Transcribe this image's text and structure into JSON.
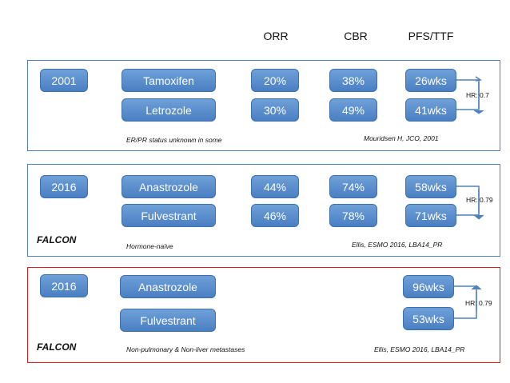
{
  "headers": {
    "orr": "ORR",
    "cbr": "CBR",
    "pfs": "PFS/TTF"
  },
  "panel1": {
    "year": "2001",
    "drugs": [
      "Tamoxifen",
      "Letrozole"
    ],
    "orr": [
      "20%",
      "30%"
    ],
    "cbr": [
      "38%",
      "49%"
    ],
    "pfs": [
      "26wks",
      "41wks"
    ],
    "hr": "HR: 0.7",
    "note": "ER/PR status unknown in some",
    "ref": "Mouridsen H, JCO, 2001"
  },
  "panel2": {
    "year": "2016",
    "trial": "FALCON",
    "drugs": [
      "Anastrozole",
      "Fulvestrant"
    ],
    "orr": [
      "44%",
      "46%"
    ],
    "cbr": [
      "74%",
      "78%"
    ],
    "pfs": [
      "58wks",
      "71wks"
    ],
    "hr": "HR: 0.79",
    "note": "Hormone-naïve",
    "ref": "Ellis, ESMO 2016, LBA14_PR"
  },
  "panel3": {
    "year": "2016",
    "trial": "FALCON",
    "drugs": [
      "Anastrozole",
      "Fulvestrant"
    ],
    "pfs": [
      "96wks",
      "53wks"
    ],
    "hr": "HR: 0.79",
    "note": "Non-pulmonary & Non-liver metastases",
    "ref": "Ellis, ESMO 2016, LBA14_PR"
  },
  "colors": {
    "pill": "#4f81bd",
    "panel_border": "#4f81bd",
    "highlight_border": "#e02020"
  }
}
